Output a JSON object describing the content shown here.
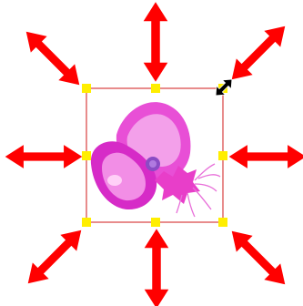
{
  "canvas": {
    "background": "#ffffff"
  },
  "selected_object": {
    "type": "clipart",
    "subject": "butterfly-icon",
    "colors": {
      "wing_main": "#e84fd6",
      "wing_light": "#f5a3ee",
      "wing_dark": "#d62bc7",
      "body_dot": "#8a4cc4",
      "flower": "#e83ec9"
    }
  },
  "selection": {
    "frame_color": "#d94040",
    "handle_color": "#ffee00",
    "handle_count": 8
  },
  "resize_arrows": {
    "color": "#ff0000",
    "directions": [
      "up",
      "down",
      "left",
      "right",
      "up-left",
      "up-right",
      "down-left",
      "down-right"
    ]
  },
  "cursor": {
    "type": "diagonal-resize-cursor"
  }
}
